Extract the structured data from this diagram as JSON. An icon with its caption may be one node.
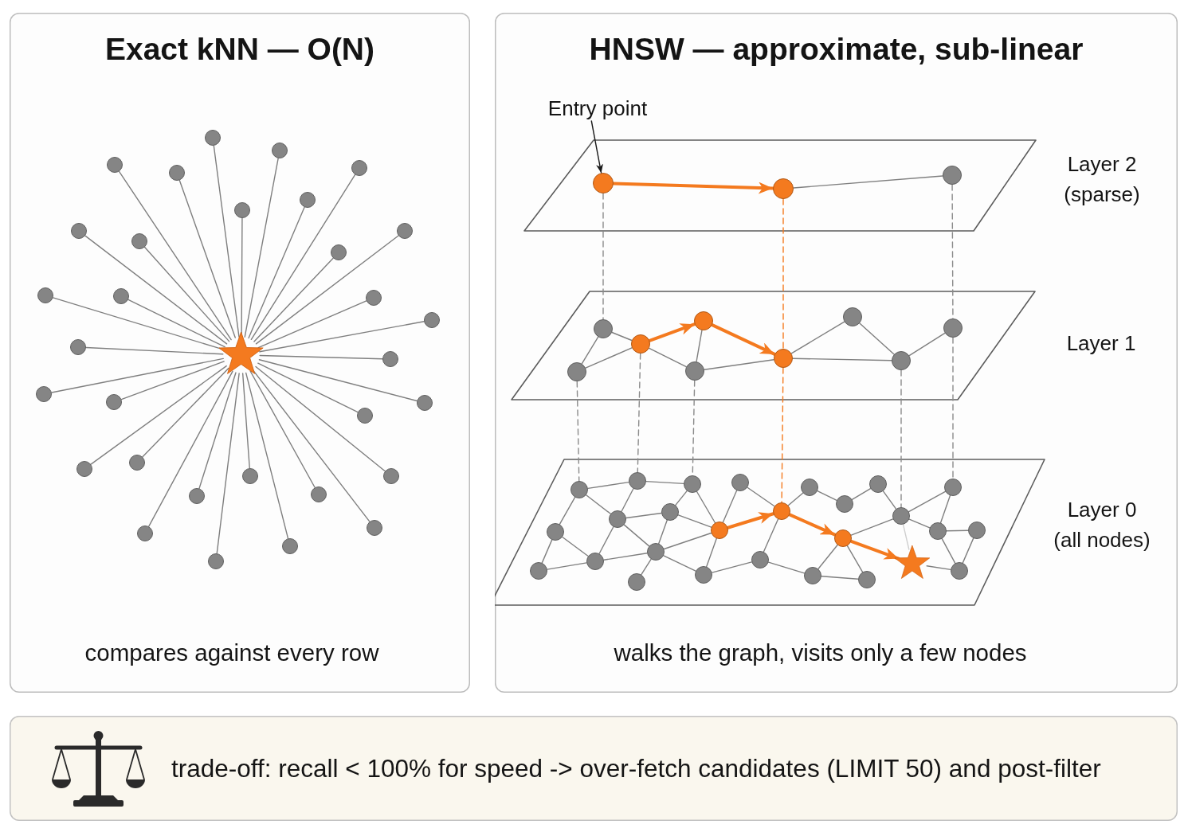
{
  "diagram": {
    "nodes": [
      {
        "text": [
          "Exact kNN — O(N)",
          "compares against every row"
        ]
      },
      {
        "text": [],
        "shape": "star",
        "in": 0
      },
      {
        "text": [],
        "shape": "circle",
        "in": 0
      },
      {
        "text": [],
        "shape": "circle",
        "in": 0
      },
      {
        "text": [],
        "shape": "circle",
        "in": 0
      },
      {
        "text": [],
        "shape": "circle",
        "in": 0
      },
      {
        "text": [],
        "shape": "circle",
        "in": 0
      },
      {
        "text": [],
        "shape": "circle",
        "in": 0
      },
      {
        "text": [],
        "shape": "circle",
        "in": 0
      },
      {
        "text": [],
        "shape": "circle",
        "in": 0
      },
      {
        "text": [],
        "shape": "circle",
        "in": 0
      },
      {
        "text": [],
        "shape": "circle",
        "in": 0
      },
      {
        "text": [],
        "shape": "circle",
        "in": 0
      },
      {
        "text": [],
        "shape": "circle",
        "in": 0
      },
      {
        "text": [],
        "shape": "circle",
        "in": 0
      },
      {
        "text": [],
        "shape": "circle",
        "in": 0
      },
      {
        "text": [],
        "shape": "circle",
        "in": 0
      },
      {
        "text": [],
        "shape": "circle",
        "in": 0
      },
      {
        "text": [],
        "shape": "circle",
        "in": 0
      },
      {
        "text": [],
        "shape": "circle",
        "in": 0
      },
      {
        "text": [],
        "shape": "circle",
        "in": 0
      },
      {
        "text": [],
        "shape": "circle",
        "in": 0
      },
      {
        "text": [],
        "shape": "circle",
        "in": 0
      },
      {
        "text": [],
        "shape": "circle",
        "in": 0
      },
      {
        "text": [],
        "shape": "circle",
        "in": 0
      },
      {
        "text": [],
        "shape": "circle",
        "in": 0
      },
      {
        "text": [],
        "shape": "circle",
        "in": 0
      },
      {
        "text": [],
        "shape": "circle",
        "in": 0
      },
      {
        "text": [],
        "shape": "circle",
        "in": 0
      },
      {
        "text": [],
        "shape": "circle",
        "in": 0
      },
      {
        "text": [],
        "shape": "circle",
        "in": 0
      },
      {
        "text": [],
        "shape": "circle",
        "in": 0
      },
      {
        "text": [],
        "shape": "circle",
        "in": 0
      },
      {
        "text": [
          "HNSW — approximate, sub-linear",
          "walks the graph, visits only a few nodes"
        ]
      },
      {
        "text": [
          "Entry point"
        ],
        "in": 33
      },
      {
        "text": [],
        "shape": "parallelogram",
        "in": 33,
        "beside": [
          "Layer 2 (sparse)"
        ]
      },
      {
        "text": [],
        "shape": "circle",
        "in": 35
      },
      {
        "text": [],
        "shape": "circle",
        "in": 35
      },
      {
        "text": [],
        "shape": "circle",
        "in": 35
      },
      {
        "text": [],
        "shape": "parallelogram",
        "in": 33,
        "beside": [
          "Layer 1"
        ]
      },
      {
        "text": [],
        "shape": "circle",
        "in": 39
      },
      {
        "text": [],
        "shape": "circle",
        "in": 39
      },
      {
        "text": [],
        "shape": "circle",
        "in": 39
      },
      {
        "text": [],
        "shape": "circle",
        "in": 39
      },
      {
        "text": [],
        "shape": "circle",
        "in": 39
      },
      {
        "text": [],
        "shape": "circle",
        "in": 39
      },
      {
        "text": [],
        "shape": "circle",
        "in": 39
      },
      {
        "text": [],
        "shape": "circle",
        "in": 39
      },
      {
        "text": [],
        "shape": "circle",
        "in": 39
      },
      {
        "text": [],
        "shape": "parallelogram",
        "in": 33,
        "beside": [
          "Layer 0 (all nodes)"
        ]
      },
      {
        "text": [],
        "shape": "circle",
        "in": 49
      },
      {
        "text": [],
        "shape": "circle",
        "in": 49
      },
      {
        "text": [],
        "shape": "circle",
        "in": 49
      },
      {
        "text": [],
        "shape": "circle",
        "in": 49
      },
      {
        "text": [],
        "shape": "circle",
        "in": 49
      },
      {
        "text": [],
        "shape": "circle",
        "in": 49
      },
      {
        "text": [],
        "shape": "circle",
        "in": 49
      },
      {
        "text": [],
        "shape": "circle",
        "in": 49
      },
      {
        "text": [],
        "shape": "circle",
        "in": 49
      },
      {
        "text": [],
        "shape": "circle",
        "in": 49
      },
      {
        "text": [],
        "shape": "circle",
        "in": 49
      },
      {
        "text": [],
        "shape": "circle",
        "in": 49
      },
      {
        "text": [],
        "shape": "circle",
        "in": 49
      },
      {
        "text": [],
        "shape": "circle",
        "in": 49
      },
      {
        "text": [],
        "shape": "circle",
        "in": 49
      },
      {
        "text": [],
        "shape": "circle",
        "in": 49
      },
      {
        "text": [],
        "shape": "circle",
        "in": 49
      },
      {
        "text": [],
        "shape": "circle",
        "in": 49
      },
      {
        "text": [],
        "shape": "circle",
        "in": 49
      },
      {
        "text": [],
        "shape": "circle",
        "in": 49
      },
      {
        "text": [],
        "shape": "circle",
        "in": 49
      },
      {
        "text": [],
        "shape": "circle",
        "in": 49
      },
      {
        "text": [],
        "shape": "circle",
        "in": 49
      },
      {
        "text": [],
        "shape": "circle",
        "in": 49
      },
      {
        "text": [],
        "shape": "circle",
        "in": 49
      },
      {
        "text": [],
        "shape": "circle",
        "in": 49
      },
      {
        "text": [],
        "shape": "star",
        "in": 49
      },
      {
        "text": [
          "trade-off: recall < 100% for speed -> over-fetch candidates (LIMIT 50) and post-filter"
        ]
      }
    ],
    "edges": [
      {
        "from": 1,
        "to": 2,
        "arrow": "none"
      },
      {
        "from": 1,
        "to": 3,
        "arrow": "none"
      },
      {
        "from": 1,
        "to": 4,
        "arrow": "none"
      },
      {
        "from": 1,
        "to": 5,
        "arrow": "none"
      },
      {
        "from": 1,
        "to": 6,
        "arrow": "none"
      },
      {
        "from": 1,
        "to": 7,
        "arrow": "none"
      },
      {
        "from": 1,
        "to": 8,
        "arrow": "none"
      },
      {
        "from": 1,
        "to": 9,
        "arrow": "none"
      },
      {
        "from": 1,
        "to": 10,
        "arrow": "none"
      },
      {
        "from": 1,
        "to": 11,
        "arrow": "none"
      },
      {
        "from": 1,
        "to": 12,
        "arrow": "none"
      },
      {
        "from": 1,
        "to": 13,
        "arrow": "none"
      },
      {
        "from": 1,
        "to": 14,
        "arrow": "none"
      },
      {
        "from": 1,
        "to": 15,
        "arrow": "none"
      },
      {
        "from": 1,
        "to": 16,
        "arrow": "none"
      },
      {
        "from": 1,
        "to": 17,
        "arrow": "none"
      },
      {
        "from": 1,
        "to": 18,
        "arrow": "none"
      },
      {
        "from": 1,
        "to": 19,
        "arrow": "none"
      },
      {
        "from": 1,
        "to": 20,
        "arrow": "none"
      },
      {
        "from": 1,
        "to": 21,
        "arrow": "none"
      },
      {
        "from": 1,
        "to": 22,
        "arrow": "none"
      },
      {
        "from": 1,
        "to": 23,
        "arrow": "none"
      },
      {
        "from": 1,
        "to": 24,
        "arrow": "none"
      },
      {
        "from": 1,
        "to": 25,
        "arrow": "none"
      },
      {
        "from": 1,
        "to": 26,
        "arrow": "none"
      },
      {
        "from": 1,
        "to": 27,
        "arrow": "none"
      },
      {
        "from": 1,
        "to": 28,
        "arrow": "none"
      },
      {
        "from": 1,
        "to": 29,
        "arrow": "none"
      },
      {
        "from": 1,
        "to": 30,
        "arrow": "none"
      },
      {
        "from": 1,
        "to": 31,
        "arrow": "none"
      },
      {
        "from": 1,
        "to": 32,
        "arrow": "none"
      },
      {
        "from": 34,
        "to": 36,
        "arrow": "to",
        "color": "#1a1a1a"
      },
      {
        "from": 36,
        "to": 37,
        "arrow": "to",
        "style": "thick",
        "color": "#f47a1f"
      },
      {
        "from": 37,
        "to": 38,
        "arrow": "none"
      },
      {
        "from": 36,
        "to": 41,
        "arrow": "none",
        "style": "dashed"
      },
      {
        "from": 37,
        "to": 45,
        "arrow": "none",
        "style": "dashed",
        "color": "#f47a1f"
      },
      {
        "from": 38,
        "to": 48,
        "arrow": "none",
        "style": "dashed"
      },
      {
        "from": 41,
        "to": 40,
        "arrow": "none"
      },
      {
        "from": 41,
        "to": 42,
        "arrow": "none"
      },
      {
        "from": 40,
        "to": 42,
        "arrow": "none"
      },
      {
        "from": 42,
        "to": 43,
        "arrow": "none"
      },
      {
        "from": 43,
        "to": 44,
        "arrow": "none"
      },
      {
        "from": 43,
        "to": 45,
        "arrow": "none"
      },
      {
        "from": 45,
        "to": 46,
        "arrow": "none"
      },
      {
        "from": 45,
        "to": 47,
        "arrow": "none"
      },
      {
        "from": 46,
        "to": 47,
        "arrow": "none"
      },
      {
        "from": 47,
        "to": 48,
        "arrow": "none"
      },
      {
        "from": 42,
        "to": 44,
        "arrow": "to",
        "style": "thick",
        "color": "#f47a1f"
      },
      {
        "from": 44,
        "to": 45,
        "arrow": "to",
        "style": "thick",
        "color": "#f47a1f"
      },
      {
        "from": 40,
        "to": 52,
        "arrow": "none",
        "style": "dashed"
      },
      {
        "from": 42,
        "to": 56,
        "arrow": "none",
        "style": "dashed"
      },
      {
        "from": 43,
        "to": 59,
        "arrow": "none",
        "style": "dashed"
      },
      {
        "from": 45,
        "to": 64,
        "arrow": "none",
        "style": "dashed",
        "color": "#f47a1f"
      },
      {
        "from": 47,
        "to": 71,
        "arrow": "none",
        "style": "dashed"
      },
      {
        "from": 48,
        "to": 73,
        "arrow": "none",
        "style": "dashed"
      },
      {
        "from": 52,
        "to": 56,
        "arrow": "none"
      },
      {
        "from": 56,
        "to": 59,
        "arrow": "none"
      },
      {
        "from": 52,
        "to": 51,
        "arrow": "none"
      },
      {
        "from": 52,
        "to": 54,
        "arrow": "none"
      },
      {
        "from": 56,
        "to": 54,
        "arrow": "none"
      },
      {
        "from": 54,
        "to": 58,
        "arrow": "none"
      },
      {
        "from": 59,
        "to": 58,
        "arrow": "none"
      },
      {
        "from": 59,
        "to": 61,
        "arrow": "none"
      },
      {
        "from": 62,
        "to": 61,
        "arrow": "none"
      },
      {
        "from": 58,
        "to": 61,
        "arrow": "none"
      },
      {
        "from": 58,
        "to": 57,
        "arrow": "none"
      },
      {
        "from": 51,
        "to": 50,
        "arrow": "none"
      },
      {
        "from": 51,
        "to": 53,
        "arrow": "none"
      },
      {
        "from": 54,
        "to": 53,
        "arrow": "none"
      },
      {
        "from": 54,
        "to": 57,
        "arrow": "none"
      },
      {
        "from": 50,
        "to": 53,
        "arrow": "none"
      },
      {
        "from": 53,
        "to": 57,
        "arrow": "none"
      },
      {
        "from": 57,
        "to": 61,
        "arrow": "none"
      },
      {
        "from": 57,
        "to": 55,
        "arrow": "none"
      },
      {
        "from": 57,
        "to": 60,
        "arrow": "none"
      },
      {
        "from": 61,
        "to": 60,
        "arrow": "none"
      },
      {
        "from": 60,
        "to": 63,
        "arrow": "none"
      },
      {
        "from": 63,
        "to": 64,
        "arrow": "none"
      },
      {
        "from": 62,
        "to": 64,
        "arrow": "none"
      },
      {
        "from": 64,
        "to": 65,
        "arrow": "none"
      },
      {
        "from": 63,
        "to": 66,
        "arrow": "none"
      },
      {
        "from": 65,
        "to": 68,
        "arrow": "none"
      },
      {
        "from": 68,
        "to": 70,
        "arrow": "none"
      },
      {
        "from": 70,
        "to": 71,
        "arrow": "none"
      },
      {
        "from": 67,
        "to": 71,
        "arrow": "none"
      },
      {
        "from": 67,
        "to": 66,
        "arrow": "none"
      },
      {
        "from": 67,
        "to": 69,
        "arrow": "none"
      },
      {
        "from": 66,
        "to": 69,
        "arrow": "none"
      },
      {
        "from": 71,
        "to": 73,
        "arrow": "none"
      },
      {
        "from": 71,
        "to": 72,
        "arrow": "none"
      },
      {
        "from": 72,
        "to": 73,
        "arrow": "none"
      },
      {
        "from": 72,
        "to": 75,
        "arrow": "none"
      },
      {
        "from": 72,
        "to": 74,
        "arrow": "none"
      },
      {
        "from": 75,
        "to": 74,
        "arrow": "none"
      },
      {
        "from": 76,
        "to": 74,
        "arrow": "none"
      },
      {
        "from": 71,
        "to": 76,
        "arrow": "none",
        "color": "#cfcfcf"
      },
      {
        "from": 61,
        "to": 64,
        "arrow": "to",
        "style": "thick",
        "color": "#f47a1f"
      },
      {
        "from": 64,
        "to": 67,
        "arrow": "to",
        "style": "thick",
        "color": "#f47a1f"
      },
      {
        "from": 67,
        "to": 76,
        "arrow": "to",
        "style": "thick",
        "color": "#f47a1f"
      }
    ]
  }
}
